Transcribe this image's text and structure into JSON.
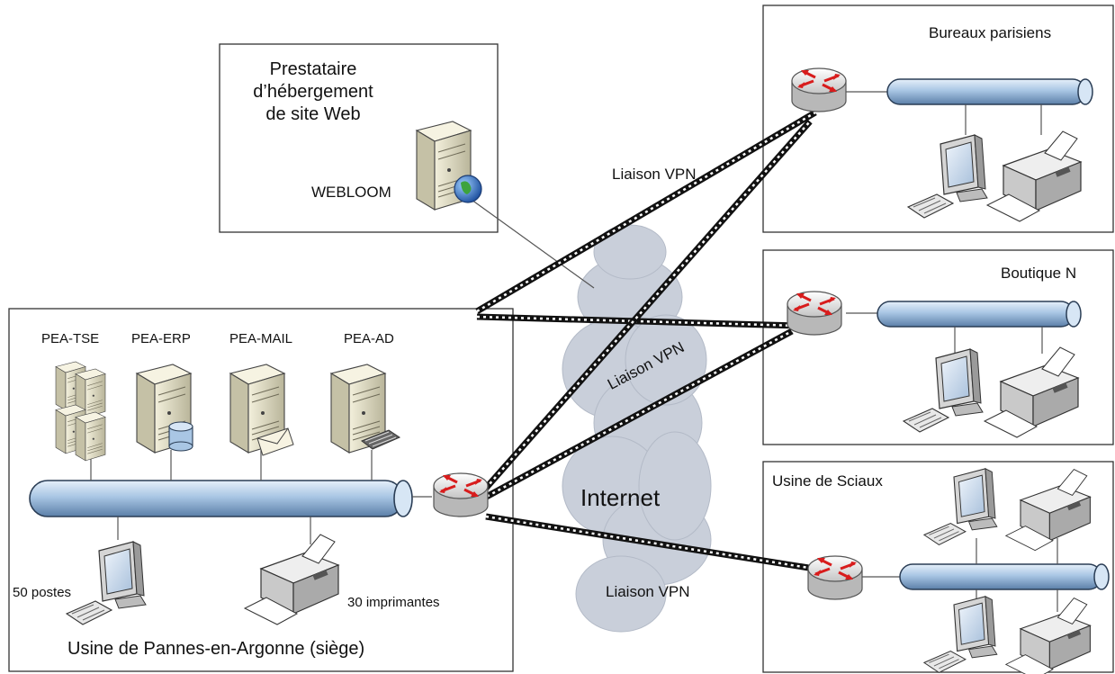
{
  "labels": {
    "hosting_provider": [
      "Prestataire",
      "d’hébergement",
      "de site Web"
    ],
    "webloom": "WEBLOOM",
    "paris": "Bureaux parisiens",
    "boutique": "Boutique N",
    "sciaux": "Usine de Sciaux",
    "hq": "Usine de Pannes-en-Argonne (siège)",
    "internet": "Internet",
    "vpn_paris": "Liaison VPN",
    "vpn_boutique": "Liaison VPN",
    "vpn_sciaux": "Liaison VPN",
    "servers": [
      "PEA-TSE",
      "PEA-ERP",
      "PEA-MAIL",
      "PEA-AD"
    ],
    "workstations": "50 postes",
    "printers": "30 imprimantes"
  },
  "icons": {
    "router": "router-icon",
    "server": "server-icon",
    "computer": "desktop-computer-icon",
    "printer": "printer-icon",
    "cloud": "internet-cloud-icon",
    "globe": "globe-icon"
  },
  "colors": {
    "bus": "#a9c6e4",
    "bus_stroke": "#2a3d55",
    "cloud": "#c9cfda",
    "router_arrow": "#d81c1c",
    "vpn_link": "#111111"
  }
}
